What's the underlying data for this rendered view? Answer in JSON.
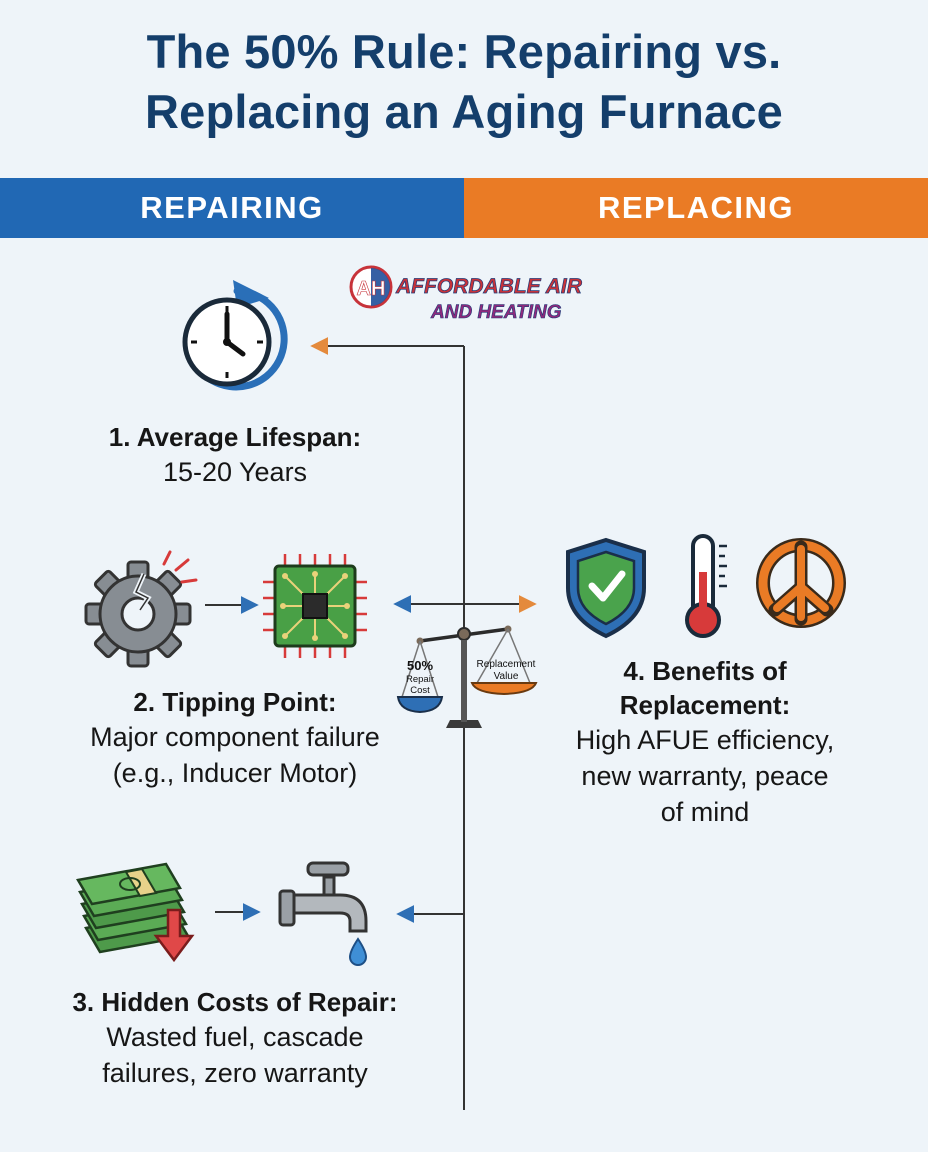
{
  "title": {
    "line1": "The 50% Rule: Repairing vs.",
    "line2": "Replacing an Aging Furnace"
  },
  "columns": {
    "left": "REPAIRING",
    "right": "REPLACING"
  },
  "logo": {
    "mark": "AH",
    "line1": "AFFORDABLE AIR",
    "line2": "AND HEATING"
  },
  "sections": [
    {
      "heading": "1. Average Lifespan:",
      "body": [
        "15-20 Years"
      ]
    },
    {
      "heading": "2. Tipping Point:",
      "body": [
        "Major component failure",
        "(e.g., Inducer Motor)"
      ]
    },
    {
      "heading": "3. Hidden Costs of Repair:",
      "body": [
        "Wasted fuel, cascade",
        "failures, zero warranty"
      ]
    },
    {
      "heading": [
        "4. Benefits of",
        "Replacement:"
      ],
      "body": [
        "High AFUE efficiency,",
        "new warranty, peace",
        "of mind"
      ]
    }
  ],
  "scale": {
    "left_pan": [
      "50%",
      "Repair",
      "Cost"
    ],
    "right_pan": [
      "Replacement",
      "Value"
    ]
  },
  "icons": [
    "clock-icon",
    "broken-gear-icon",
    "circuit-board-icon",
    "money-stack-icon",
    "faucet-icon",
    "shield-check-icon",
    "thermometer-icon",
    "peace-icon",
    "balance-scale-icon"
  ],
  "colors": {
    "navy": "#143e6b",
    "blue": "#2168b4",
    "orange": "#ea7b25",
    "red": "#d73a3a",
    "green": "#4aa34c"
  }
}
